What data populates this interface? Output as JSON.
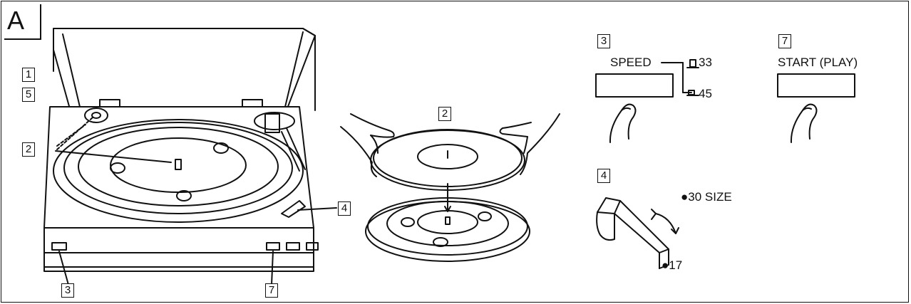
{
  "panel": {
    "letter": "A"
  },
  "labels": {
    "n1": "1",
    "n5": "5",
    "n2a": "2",
    "n3a": "3",
    "n7a": "7",
    "n4a": "4",
    "n2b": "2",
    "n3b": "3",
    "n7b": "7",
    "n4b": "4"
  },
  "speed": {
    "title": "SPEED",
    "opt33": "33",
    "opt45": "45"
  },
  "start": {
    "title": "START (PLAY)"
  },
  "size": {
    "s30": "●30 SIZE",
    "s17": "●17"
  },
  "colors": {
    "ink": "#111111"
  }
}
